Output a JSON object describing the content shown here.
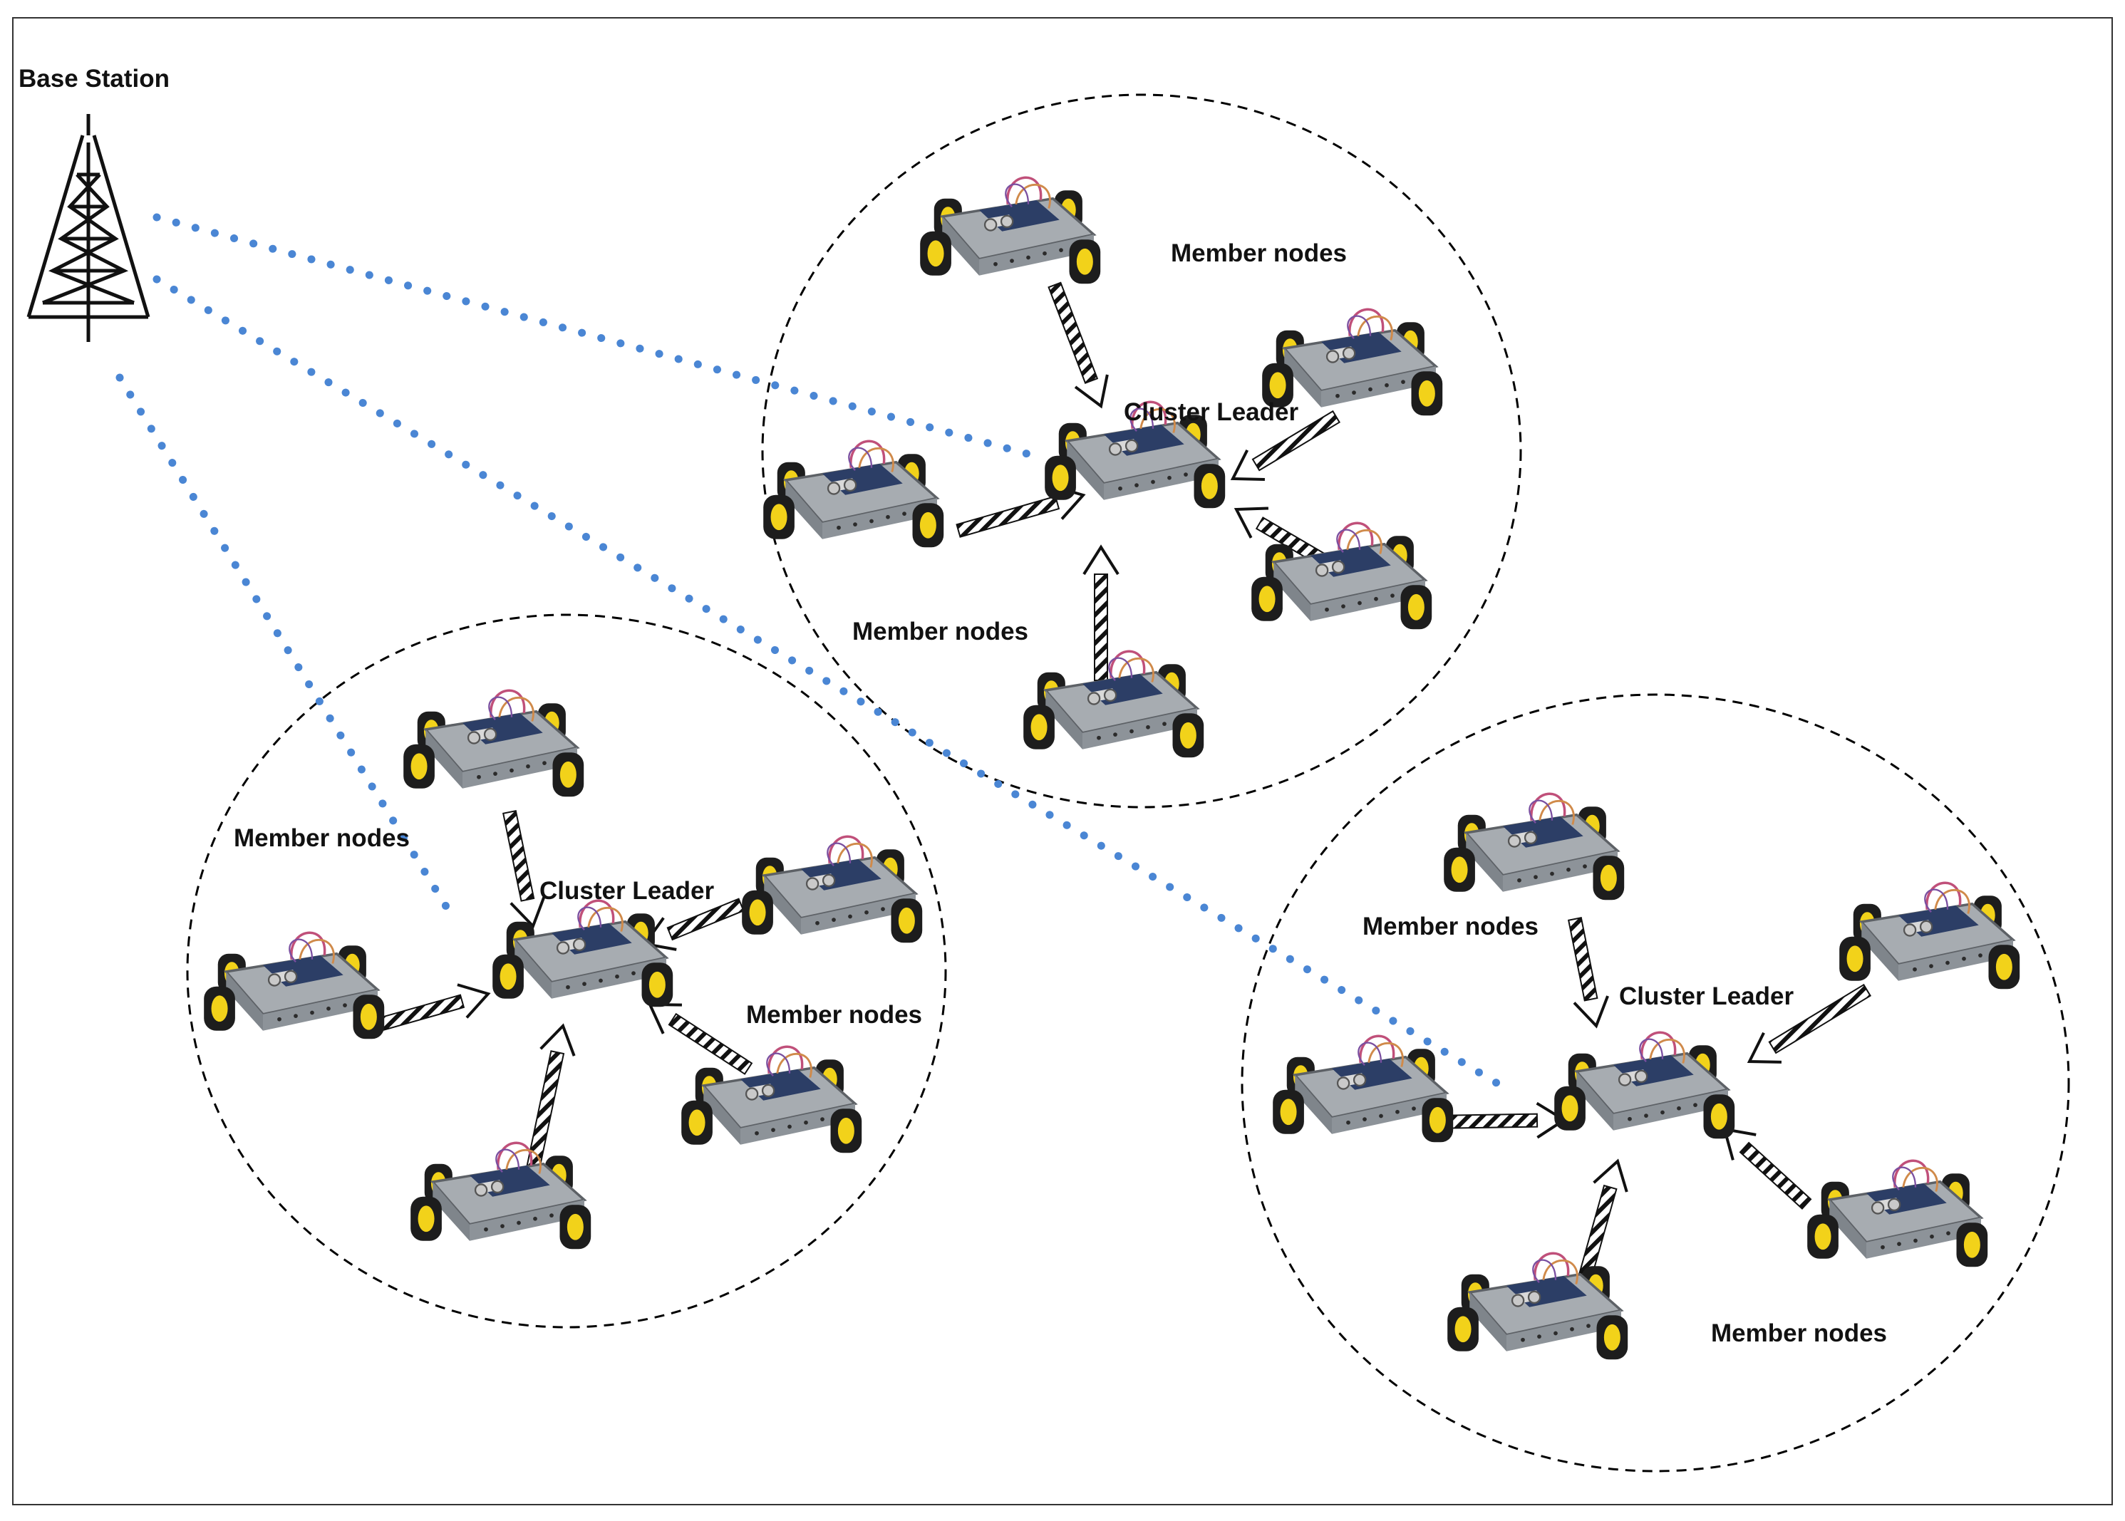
{
  "diagram": {
    "base_station": {
      "label": "Base Station",
      "icon": "transmission-tower-icon"
    },
    "clusters": [
      {
        "id": "top",
        "leader_label": "Cluster Leader",
        "member_labels": [
          "Member nodes",
          "Member nodes"
        ]
      },
      {
        "id": "left",
        "leader_label": "Cluster Leader",
        "member_labels": [
          "Member nodes",
          "Member nodes"
        ]
      },
      {
        "id": "right",
        "leader_label": "Cluster Leader",
        "member_labels": [
          "Member nodes",
          "Member nodes"
        ]
      }
    ],
    "node_icon": "robot-car-icon",
    "colors": {
      "link_dots": "#4a86d4",
      "cluster_border": "#000000",
      "wheel": "#f2d21a",
      "chassis": "#9aa0a6",
      "wire": "#c0507a"
    }
  }
}
